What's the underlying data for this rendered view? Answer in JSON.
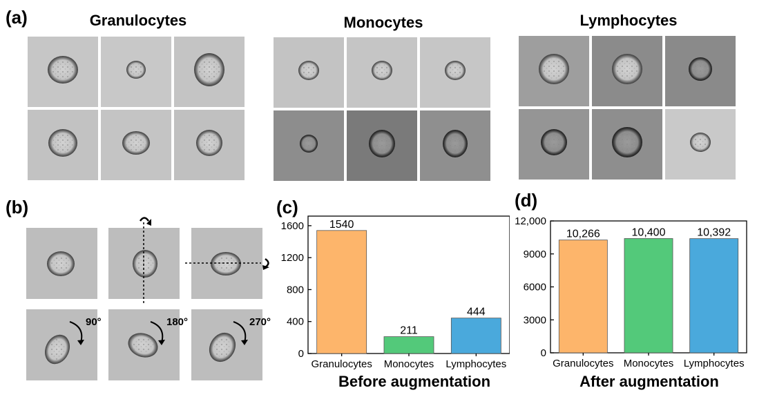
{
  "panel_labels": {
    "a": "(a)",
    "b": "(b)",
    "c": "(c)",
    "d": "(d)"
  },
  "cell_groups": [
    {
      "title": "Granulocytes"
    },
    {
      "title": "Monocytes"
    },
    {
      "title": "Lymphocytes"
    }
  ],
  "augmentation_labels": {
    "rot90": "90°",
    "rot180": "180°",
    "rot270": "270°"
  },
  "chart_data": [
    {
      "type": "bar",
      "title": "Before augmentation",
      "categories": [
        "Granulocytes",
        "Monocytes",
        "Lymphocytes"
      ],
      "values": [
        1540,
        211,
        444
      ],
      "value_labels": [
        "1540",
        "211",
        "444"
      ],
      "ylim": [
        0,
        1720
      ],
      "yticks": [
        0,
        400,
        800,
        1200,
        1600
      ],
      "ytick_labels": [
        "0",
        "400",
        "800",
        "1200",
        "1600"
      ],
      "colors": [
        "#FDB56B",
        "#53C97A",
        "#4AA9DC"
      ],
      "xlabel": "",
      "ylabel": ""
    },
    {
      "type": "bar",
      "title": "After augmentation",
      "categories": [
        "Granulocytes",
        "Monocytes",
        "Lymphocytes"
      ],
      "values": [
        10266,
        10400,
        10392
      ],
      "value_labels": [
        "10,266",
        "10,400",
        "10,392"
      ],
      "ylim": [
        0,
        12000
      ],
      "yticks": [
        0,
        3000,
        6000,
        9000,
        12000
      ],
      "ytick_labels": [
        "0",
        "3000",
        "6000",
        "9000",
        "12,000"
      ],
      "colors": [
        "#FDB56B",
        "#53C97A",
        "#4AA9DC"
      ],
      "xlabel": "",
      "ylabel": ""
    }
  ]
}
